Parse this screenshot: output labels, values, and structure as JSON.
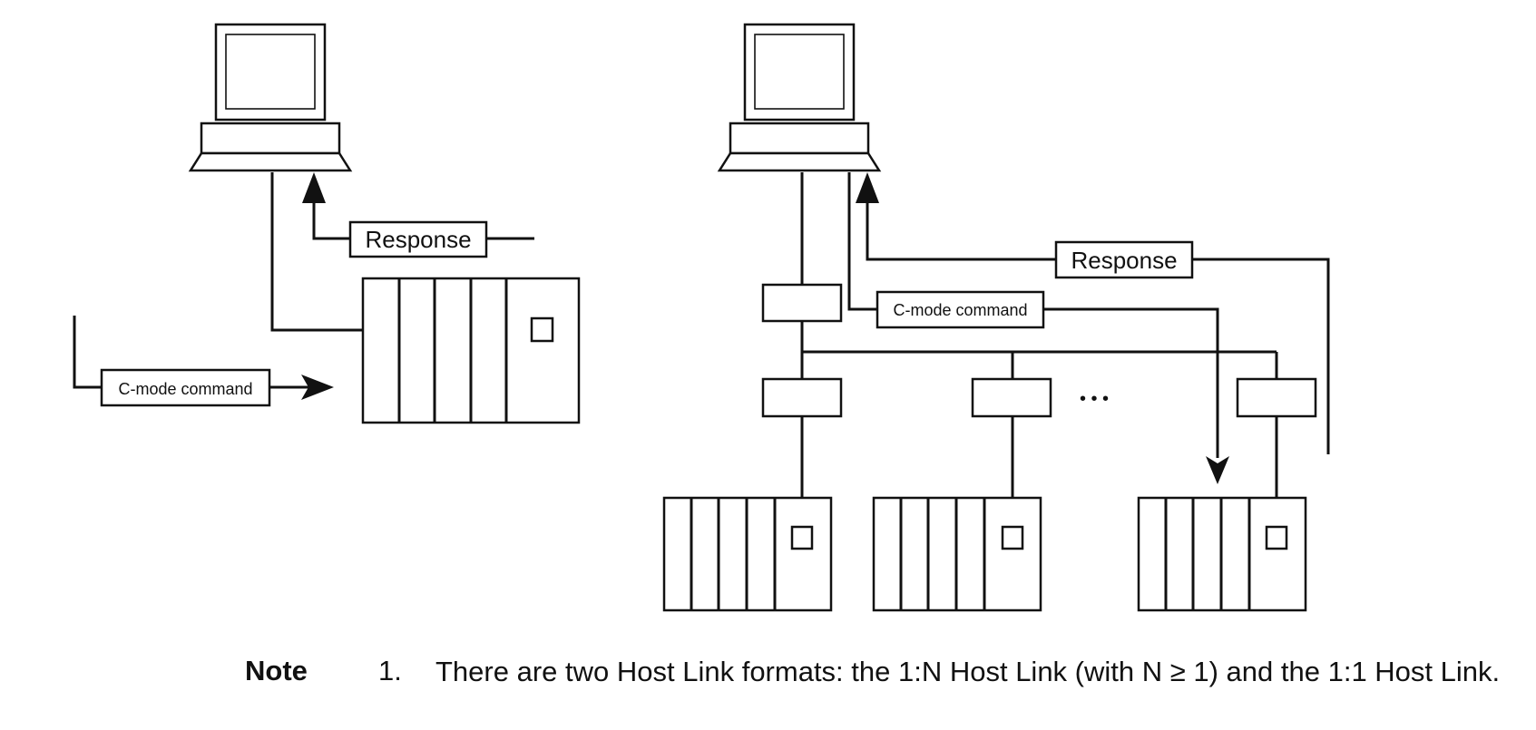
{
  "diagram": {
    "left": {
      "response_label": "Response",
      "command_label": "C-mode command"
    },
    "right": {
      "response_label": "Response",
      "command_label": "C-mode command",
      "ellipsis": "• • •"
    }
  },
  "note": {
    "label": "Note",
    "number": "1.",
    "text": "There are two Host Link formats: the 1:N Host Link (with N ≥ 1) and the 1:1 Host Link."
  }
}
